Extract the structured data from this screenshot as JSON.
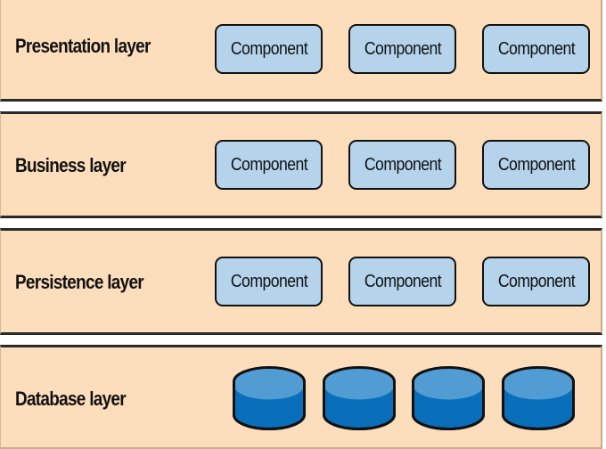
{
  "layers": [
    {
      "name": "Presentation layer",
      "components": [
        "Component",
        "Component",
        "Component"
      ]
    },
    {
      "name": "Business layer",
      "components": [
        "Component",
        "Component",
        "Component"
      ]
    },
    {
      "name": "Persistence layer",
      "components": [
        "Component",
        "Component",
        "Component"
      ]
    },
    {
      "name": "Database layer",
      "databases": [
        "database",
        "database",
        "database",
        "database"
      ]
    }
  ],
  "colors": {
    "layer_fill": "#fddebc",
    "component_fill": "#b5d4ec",
    "db_top": "#519dd3",
    "db_body": "#0a6fbb",
    "outline": "#111111"
  }
}
